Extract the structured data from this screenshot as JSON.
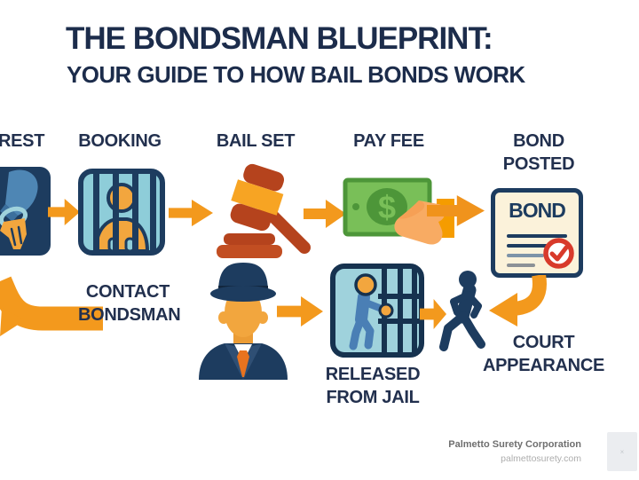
{
  "header": {
    "title": "THE BONDSMAN BLUEPRINT:",
    "subtitle": "YOUR GUIDE TO HOW BAIL BONDS WORK"
  },
  "steps": {
    "arrest": {
      "label": "REST",
      "icon": "handcuffs-icon"
    },
    "booking": {
      "label": "BOOKING",
      "icon": "jail-bars-icon"
    },
    "bail_set": {
      "label": "BAIL SET",
      "icon": "gavel-icon"
    },
    "pay_fee": {
      "label": "PAY FEE",
      "icon": "cash-in-hand-icon"
    },
    "bond_posted": {
      "lines": [
        "BOND",
        "POSTED"
      ],
      "icon": "bond-document-icon"
    },
    "contact_bondsman": {
      "lines": [
        "CONTACT",
        "BONDSMAN"
      ],
      "icon": "bondsman-icon"
    },
    "released_from_jail": {
      "lines": [
        "RELEASED",
        "FROM JAIL"
      ],
      "icon": "jail-release-icon"
    },
    "court_appearance": {
      "lines": [
        "COURT",
        "APPEARANCE"
      ],
      "icon": "walking-person-icon"
    }
  },
  "bond_document": {
    "heading": "BOND"
  },
  "money": {
    "currency_symbol": "$"
  },
  "footer": {
    "company": "Palmetto Surety Corporation",
    "website": "palmettosurety.com"
  },
  "colors": {
    "text_navy": "#1c2c4b",
    "icon_navy": "#1d3c5f",
    "arrow_orange": "#f3991d",
    "person_orange": "#f2a63e",
    "light_blue": "#8ecdd9",
    "steel_blue": "#4a7fb5",
    "bill_green": "#79bf58",
    "bill_dark_green": "#4d9639",
    "gavel_rust": "#b5431d",
    "doc_cream": "#fbf2da",
    "check_red": "#d83a2b",
    "tie_orange": "#e8731f"
  }
}
